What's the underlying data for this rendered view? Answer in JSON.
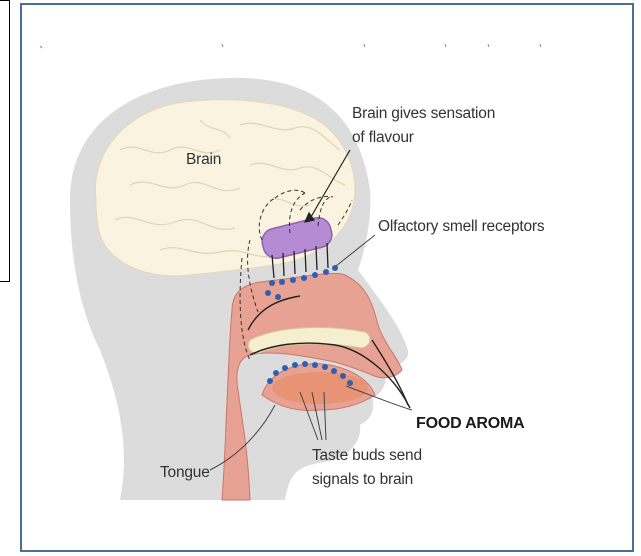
{
  "labels": {
    "brain": "Brain",
    "brain_sensation_line1": "Brain gives sensation",
    "brain_sensation_line2": "of flavour",
    "olfactory": "Olfactory smell receptors",
    "food_aroma": "FOOD AROMA",
    "tongue": "Tongue",
    "taste_line1": "Taste buds send",
    "taste_line2": "signals to brain"
  },
  "colors": {
    "frame_border": "#4a6f97",
    "head": "#d9d9d9",
    "brain": "#faf3e0",
    "nasal": "#e8a294",
    "olfactory_bulb": "#b58bd3",
    "receptor_dots": "#2f5fb3",
    "palate": "#f5efcf"
  }
}
